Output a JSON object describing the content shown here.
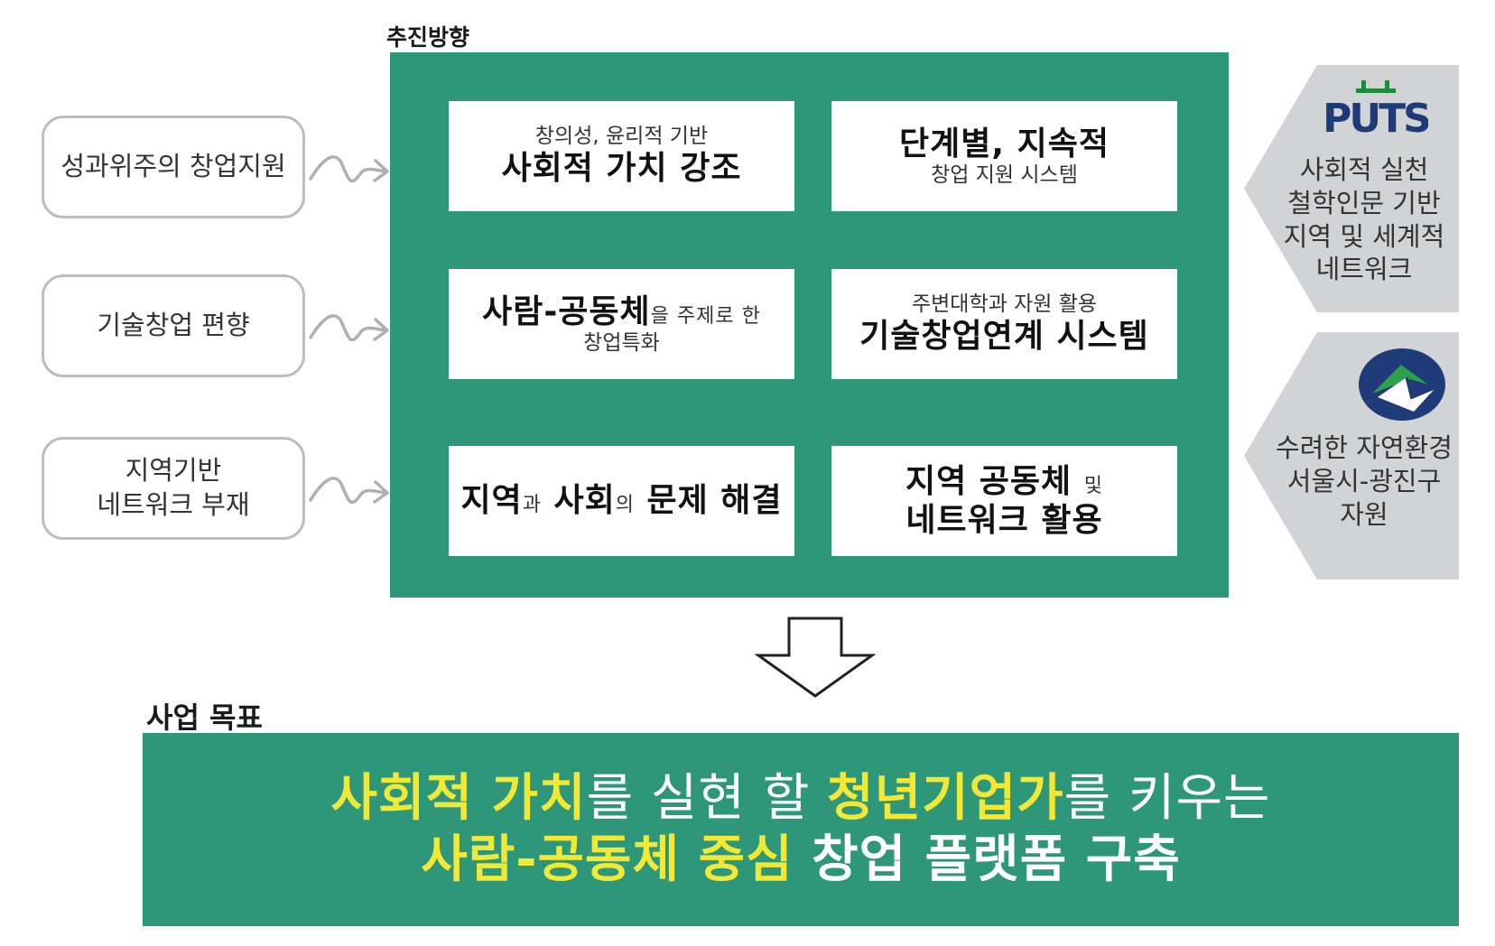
{
  "labels": {
    "direction": "추진방향",
    "goal": "사업 목표"
  },
  "problems": [
    "성과위주의 창업지원",
    "기술창업 편향",
    "지역기반\n네트워크 부재"
  ],
  "cards": {
    "c1": {
      "small": "창의성, 윤리적 기반",
      "big": "사회적 가치 강조"
    },
    "c2": {
      "big": "단계별, 지속적",
      "small": "창업 지원 시스템"
    },
    "c3": {
      "big": "사람-공동체",
      "mini": "을 주제로 한",
      "small": "창업특화"
    },
    "c4": {
      "small": "주변대학과 자원 활용",
      "big": "기술창업연계 시스템"
    },
    "c5": {
      "big1": "지역",
      "mini1": "과",
      "big2": "사회",
      "mini2": "의",
      "big3": "문제 해결"
    },
    "c6": {
      "big1": "지역 공동체",
      "mini": "및",
      "big2": "네트워크 활용"
    }
  },
  "side": {
    "logo_text": "PUTS",
    "top": "사회적 실천\n철학인문 기반\n지역 및 세계적\n네트워크",
    "bottom": "수려한 자연환경\n서울시-광진구\n자원"
  },
  "goal": {
    "line1": {
      "h1": "사회적 가치",
      "n1": "를 실현 할 ",
      "h2": "청년기업가",
      "n2": "를 키우는"
    },
    "line2": {
      "h1": "사람-공동체 중심",
      "n1": " 창업 플랫폼 구축"
    }
  },
  "colors": {
    "green": "#2e977a",
    "highlight": "#f2e936",
    "chevron": "#d2d3d5",
    "logo_navy": "#1f3a78",
    "logo_green": "#1e8a3c"
  }
}
